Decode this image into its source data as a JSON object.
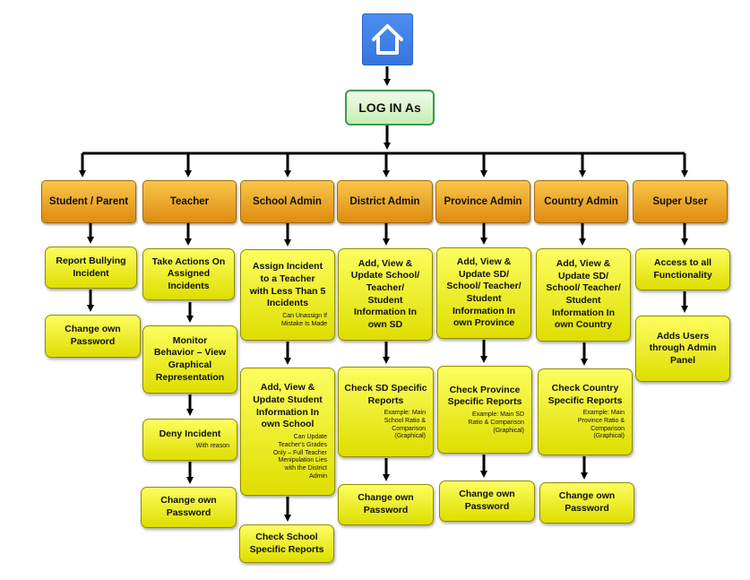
{
  "diagram": {
    "root": {
      "icon": "home-icon",
      "label": "LOG IN As"
    },
    "roles": [
      {
        "label": "Student / Parent",
        "steps": [
          {
            "main": "Report Bullying\nIncident"
          },
          {
            "main": "Change own\nPassword"
          }
        ]
      },
      {
        "label": "Teacher",
        "steps": [
          {
            "main": "Take Actions On\nAssigned\nIncidents"
          },
          {
            "main": "Monitor\nBehavior – View\nGraphical\nRepresentation"
          },
          {
            "main": "Deny Incident",
            "sub": "With reason"
          },
          {
            "main": "Change own\nPassword"
          }
        ]
      },
      {
        "label": "School Admin",
        "steps": [
          {
            "main": "Assign Incident\nto a Teacher\nwith Less Than 5\nIncidents",
            "sub": "Can Unassign If\nMistake Is Made"
          },
          {
            "main": "Add, View &\nUpdate Student\nInformation In\nown School",
            "sub": "Can Update\nTeacher's Grades\nOnly – Full Teacher\nMenipulation Lies\nwith the District\nAdmin"
          },
          {
            "main": "Check School\nSpecific Reports"
          }
        ]
      },
      {
        "label": "District Admin",
        "steps": [
          {
            "main": "Add, View &\nUpdate School/\nTeacher/\nStudent\nInformation In\nown SD"
          },
          {
            "main": "Check SD Specific\nReports",
            "sub": "Example:  Main\nSchool Ratio &\nComparison\n(Graphical)"
          },
          {
            "main": "Change own\nPassword"
          }
        ]
      },
      {
        "label": "Province Admin",
        "steps": [
          {
            "main": "Add, View &\nUpdate SD/\nSchool/ Teacher/\nStudent\nInformation In\nown Province"
          },
          {
            "main": "Check Province\nSpecific Reports",
            "sub": "Example:  Main SD\nRatio & Comparison\n(Graphical)"
          },
          {
            "main": "Change own\nPassword"
          }
        ]
      },
      {
        "label": "Country Admin",
        "steps": [
          {
            "main": "Add, View &\nUpdate SD/\nSchool/ Teacher/\nStudent\nInformation In\nown Country"
          },
          {
            "main": "Check Country\nSpecific Reports",
            "sub": "Example:  Main\nProvince Ratio &\nComparison\n(Graphical)"
          },
          {
            "main": "Change own\nPassword"
          }
        ]
      },
      {
        "label": "Super User",
        "steps": [
          {
            "main": "Access to all\nFunctionality"
          },
          {
            "main": "Adds Users\nthrough Admin\nPanel"
          }
        ]
      }
    ]
  }
}
